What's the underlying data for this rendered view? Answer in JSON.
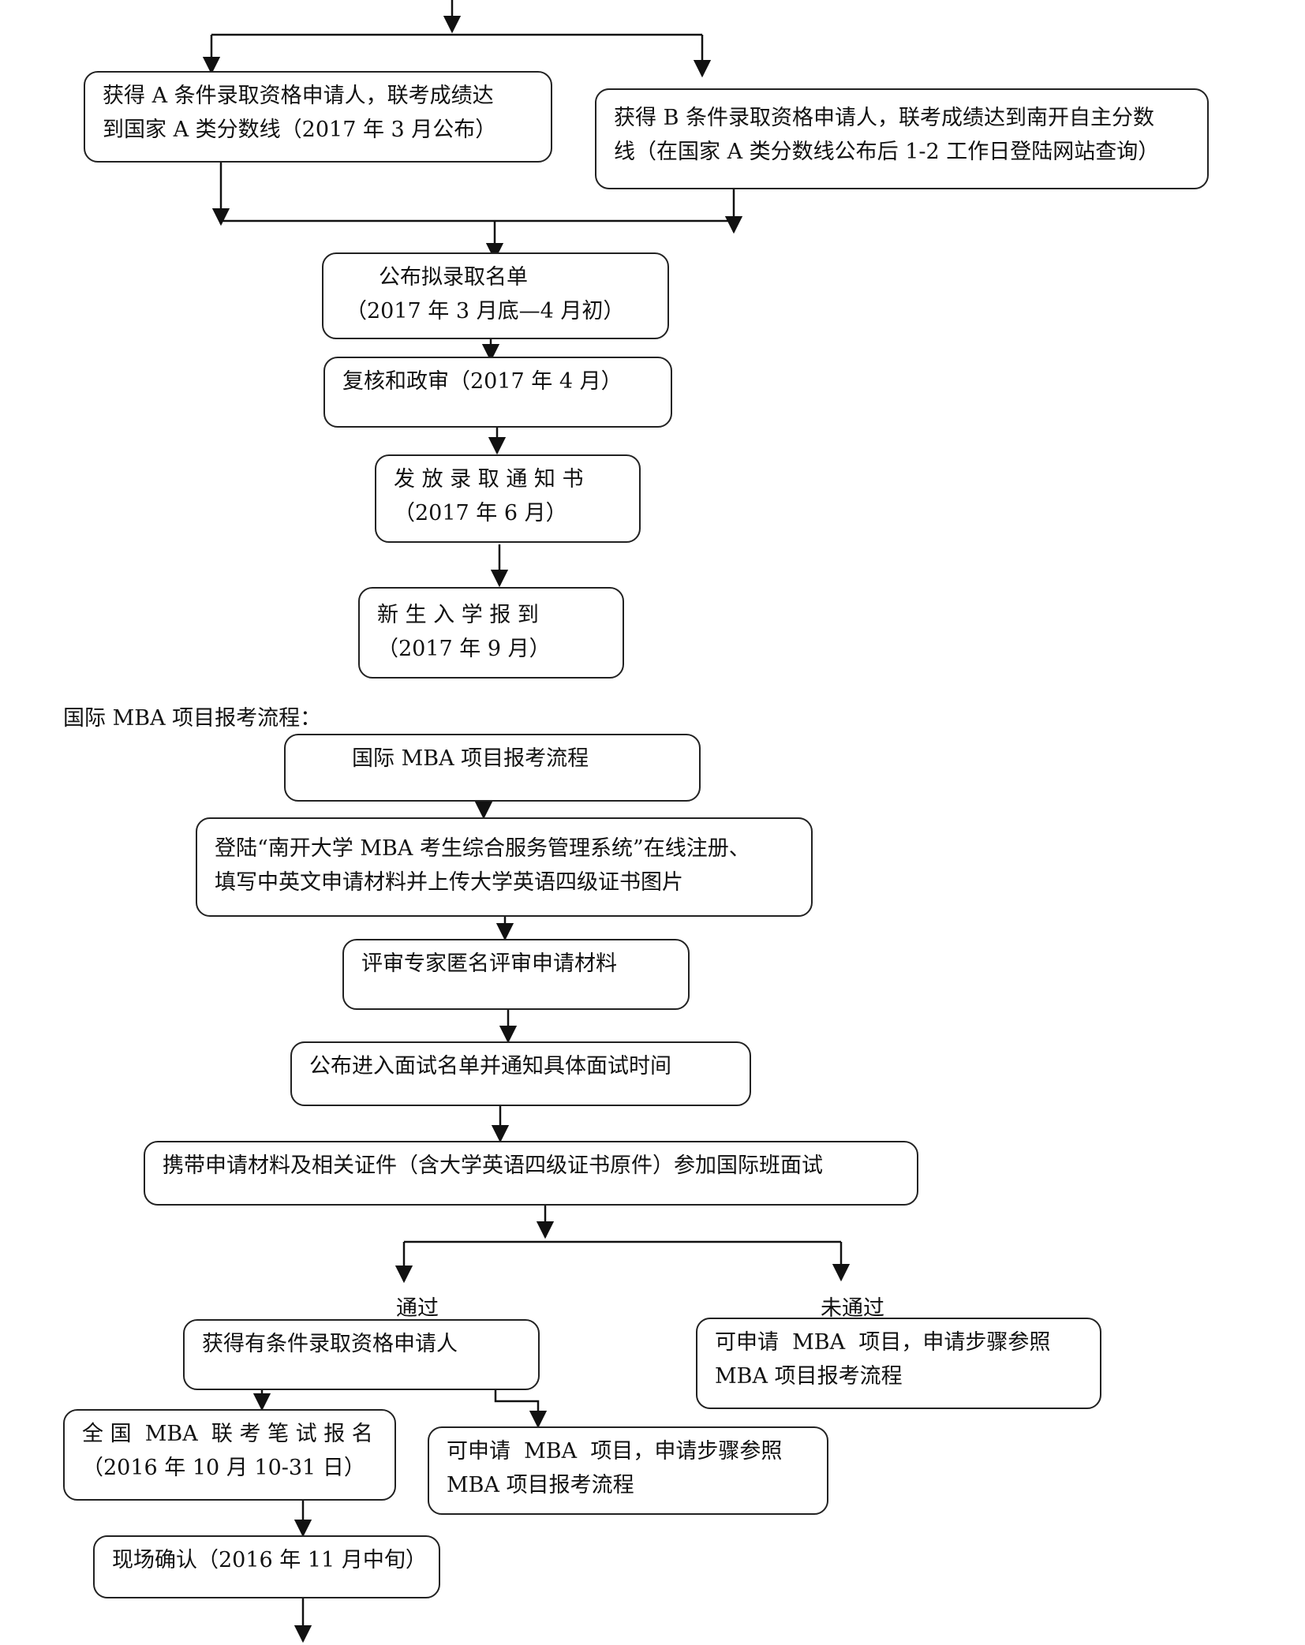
{
  "flow_a": {
    "box_a": [
      "获得 A 条件录取资格申请人，联考成绩达",
      "到国家 A 类分数线（2017 年 3 月公布）"
    ],
    "box_b": [
      "获得 B 条件录取资格申请人，联考成绩达到南开自主分数",
      "线（在国家 A 类分数线公布后 1-2 工作日登陆网站查询）"
    ],
    "publish": [
      "公布拟录取名单",
      "（2017 年 3 月底—4 月初）"
    ],
    "review": [
      "复核和政审（2017 年 4 月）"
    ],
    "notice": [
      "发 放 录 取 通 知 书",
      "（2017 年 6 月）"
    ],
    "enroll": [
      "新 生 入 学 报 到",
      "（2017 年 9 月）"
    ]
  },
  "section_title": "国际 MBA 项目报考流程：",
  "flow_b": {
    "title_box": [
      "国际 MBA 项目报考流程"
    ],
    "register": [
      "登陆“南开大学 MBA 考生综合服务管理系统”在线注册、",
      "填写中英文申请材料并上传大学英语四级证书图片"
    ],
    "expert": [
      "评审专家匿名评审申请材料"
    ],
    "interview_list": [
      "公布进入面试名单并通知具体面试时间"
    ],
    "interview": [
      "携带申请材料及相关证件（含大学英语四级证书原件）参加国际班面试"
    ],
    "pass_label": "通过",
    "fail_label": "未通过",
    "conditional": [
      "获得有条件录取资格申请人"
    ],
    "fail_box": [
      "可申请  MBA  项目，申请步骤参照",
      "MBA 项目报考流程"
    ],
    "exam_signup": [
      "全 国  MBA  联 考 笔 试 报 名",
      "（2016 年 10 月 10-31 日）"
    ],
    "alt_apply": [
      "可申请  MBA  项目，申请步骤参照",
      "MBA 项目报考流程"
    ],
    "confirm": [
      "现场确认（2016 年 11 月中旬）"
    ]
  }
}
